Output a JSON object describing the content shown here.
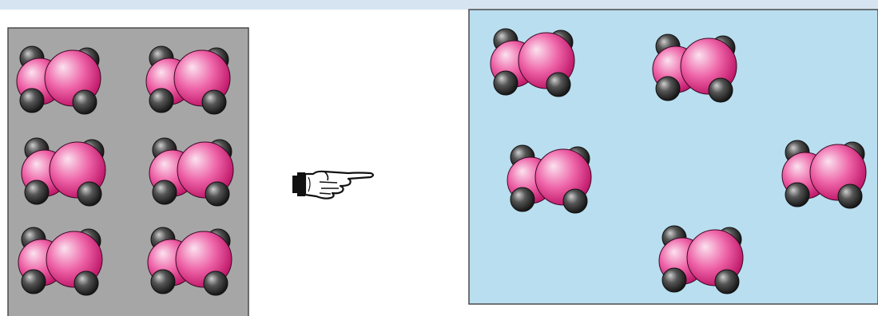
{
  "diagram": {
    "colors": {
      "top_band": "#d6e4f2",
      "solid_panel": "#a6a6a6",
      "gas_panel": "#b9def0",
      "panel_border": "#4a4a4a",
      "atom_large_light": "#fbe2ef",
      "atom_large_mid": "#ee64a8",
      "atom_large_dark": "#c0186a",
      "atom_small_light": "#cfcfcf",
      "atom_small_mid": "#555555",
      "atom_small_dark": "#161616"
    },
    "panels": [
      {
        "id": "solid",
        "molecule_count": 6
      },
      {
        "id": "gas",
        "molecule_count": 5
      }
    ],
    "arrow_icon": "pointing-hand-icon"
  }
}
